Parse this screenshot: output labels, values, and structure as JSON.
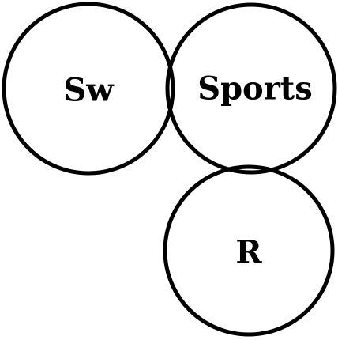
{
  "diagram": {
    "type": "venn",
    "colors": {
      "background": "#ffffff",
      "stroke": "#000000",
      "text": "#000000"
    },
    "sets": [
      {
        "id": "sw",
        "label": "Sw"
      },
      {
        "id": "sports",
        "label": "Sports"
      },
      {
        "id": "r",
        "label": "R"
      }
    ]
  }
}
